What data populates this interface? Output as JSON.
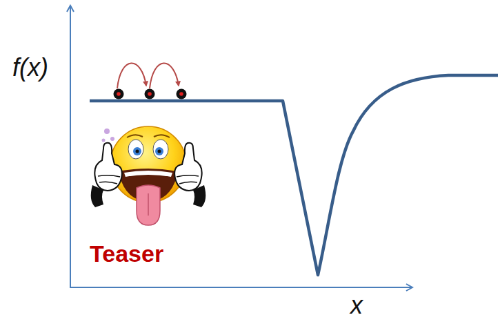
{
  "diagram": {
    "labels": [
      "f(x)",
      "x",
      "Teaser"
    ]
  }
}
